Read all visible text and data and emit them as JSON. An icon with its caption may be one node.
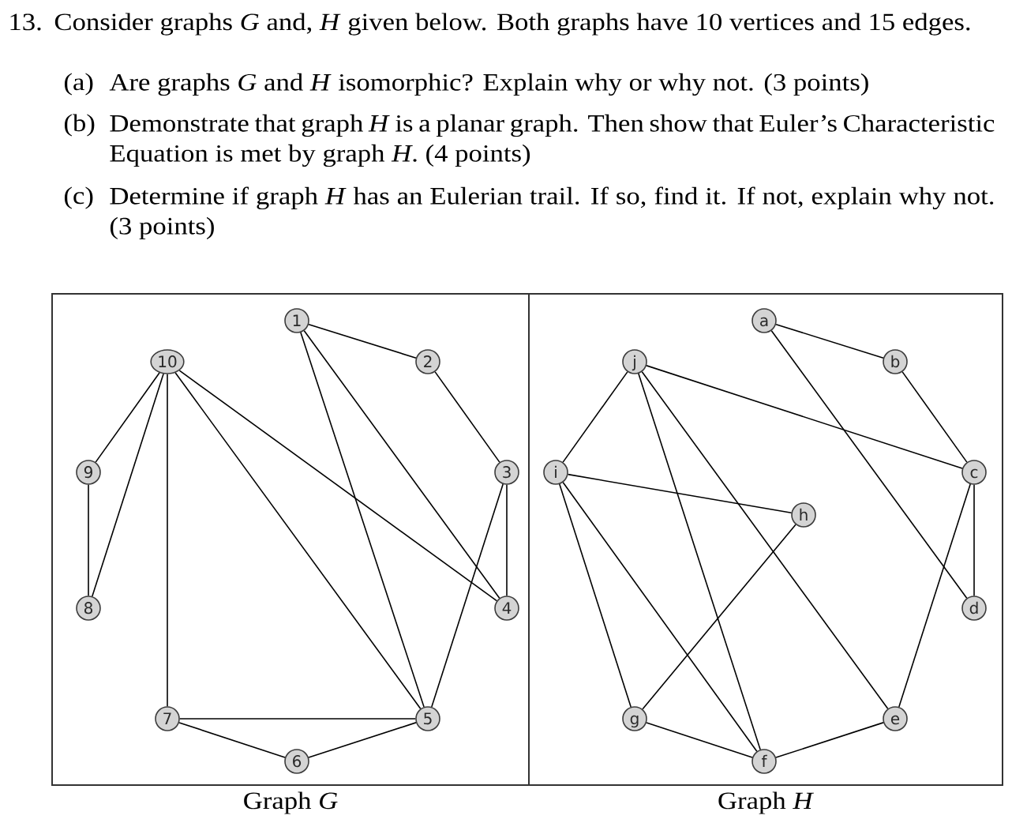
{
  "diagram": {
    "nodes": [
      {
        "text": [
          "Graph *G*"
        ]
      },
      {
        "text": [
          "1"
        ],
        "in": 0
      },
      {
        "text": [
          "2"
        ],
        "in": 0
      },
      {
        "text": [
          "3"
        ],
        "in": 0
      },
      {
        "text": [
          "4"
        ],
        "in": 0
      },
      {
        "text": [
          "5"
        ],
        "in": 0
      },
      {
        "text": [
          "6"
        ],
        "in": 0
      },
      {
        "text": [
          "7"
        ],
        "in": 0
      },
      {
        "text": [
          "8"
        ],
        "in": 0
      },
      {
        "text": [
          "9"
        ],
        "in": 0
      },
      {
        "text": [
          "10"
        ],
        "in": 0
      },
      {
        "text": [
          "Graph *H*"
        ]
      },
      {
        "text": [
          "a"
        ],
        "in": 11
      },
      {
        "text": [
          "b"
        ],
        "in": 11
      },
      {
        "text": [
          "c"
        ],
        "in": 11
      },
      {
        "text": [
          "d"
        ],
        "in": 11
      },
      {
        "text": [
          "e"
        ],
        "in": 11
      },
      {
        "text": [
          "f"
        ],
        "in": 11
      },
      {
        "text": [
          "g"
        ],
        "in": 11
      },
      {
        "text": [
          "h"
        ],
        "in": 11
      },
      {
        "text": [
          "i"
        ],
        "in": 11
      },
      {
        "text": [
          "j"
        ],
        "in": 11
      }
    ],
    "edges": [
      {
        "from": 1,
        "to": 2,
        "arrow": "none"
      },
      {
        "from": 2,
        "to": 3,
        "arrow": "none"
      },
      {
        "from": 3,
        "to": 4,
        "arrow": "none"
      },
      {
        "from": 3,
        "to": 5,
        "arrow": "none"
      },
      {
        "from": 1,
        "to": 5,
        "arrow": "none"
      },
      {
        "from": 1,
        "to": 4,
        "arrow": "none"
      },
      {
        "from": 10,
        "to": 4,
        "arrow": "none"
      },
      {
        "from": 10,
        "to": 5,
        "arrow": "none"
      },
      {
        "from": 10,
        "to": 9,
        "arrow": "none"
      },
      {
        "from": 10,
        "to": 8,
        "arrow": "none"
      },
      {
        "from": 10,
        "to": 7,
        "arrow": "none"
      },
      {
        "from": 9,
        "to": 8,
        "arrow": "none"
      },
      {
        "from": 7,
        "to": 5,
        "arrow": "none"
      },
      {
        "from": 7,
        "to": 6,
        "arrow": "none"
      },
      {
        "from": 6,
        "to": 5,
        "arrow": "none"
      },
      {
        "from": 12,
        "to": 13,
        "arrow": "none"
      },
      {
        "from": 13,
        "to": 14,
        "arrow": "none"
      },
      {
        "from": 14,
        "to": 15,
        "arrow": "none"
      },
      {
        "from": 12,
        "to": 15,
        "arrow": "none"
      },
      {
        "from": 14,
        "to": 16,
        "arrow": "none"
      },
      {
        "from": 16,
        "to": 17,
        "arrow": "none"
      },
      {
        "from": 21,
        "to": 14,
        "arrow": "none"
      },
      {
        "from": 21,
        "to": 20,
        "arrow": "none"
      },
      {
        "from": 21,
        "to": 17,
        "arrow": "none"
      },
      {
        "from": 21,
        "to": 16,
        "arrow": "none"
      },
      {
        "from": 20,
        "to": 19,
        "arrow": "none"
      },
      {
        "from": 20,
        "to": 18,
        "arrow": "none"
      },
      {
        "from": 20,
        "to": 17,
        "arrow": "none"
      },
      {
        "from": 19,
        "to": 18,
        "arrow": "none"
      },
      {
        "from": 18,
        "to": 17,
        "arrow": "none"
      }
    ],
    "labels": [
      "13.",
      "Consider graphs *G* and, *H* given below. Both graphs have 10 vertices and 15 edges.",
      "(a)",
      "Are graphs *G* and *H* isomorphic? Explain why or why not. (3 points)",
      "(b)",
      "Demonstrate that graph *H* is a planar graph. Then show that Euler’s Characteristic Equation is met by graph *H*. (4 points)",
      "(c)",
      "Determine if graph *H* has an Eulerian trail. If so, find it. If not, explain why not. (3 points)"
    ]
  }
}
